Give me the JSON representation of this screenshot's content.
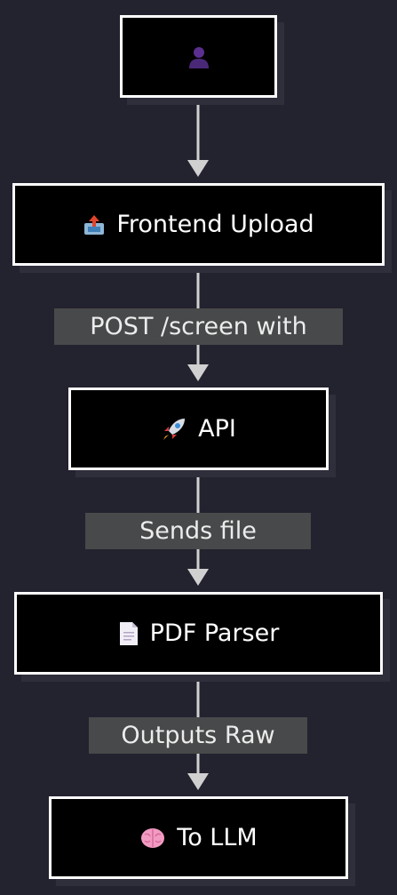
{
  "diagram": {
    "nodes": [
      {
        "id": "user",
        "label": "",
        "icon": "user-icon"
      },
      {
        "id": "frontend",
        "label": "Frontend Upload",
        "icon": "inbox-tray-upload-icon"
      },
      {
        "id": "api",
        "label": "API",
        "icon": "rocket-icon"
      },
      {
        "id": "parser",
        "label": "PDF Parser",
        "icon": "document-icon"
      },
      {
        "id": "llm",
        "label": "To LLM",
        "icon": "brain-icon"
      }
    ],
    "edges": [
      {
        "from": "user",
        "to": "frontend",
        "label": ""
      },
      {
        "from": "frontend",
        "to": "api",
        "label": "POST /screen with"
      },
      {
        "from": "api",
        "to": "parser",
        "label": "Sends file"
      },
      {
        "from": "parser",
        "to": "llm",
        "label": "Outputs Raw"
      }
    ]
  },
  "colors": {
    "background": "#23222f",
    "node_fill": "#000000",
    "node_border": "#ffffff",
    "edge": "#d0d0d0",
    "edge_label_fill": "#48494a"
  }
}
